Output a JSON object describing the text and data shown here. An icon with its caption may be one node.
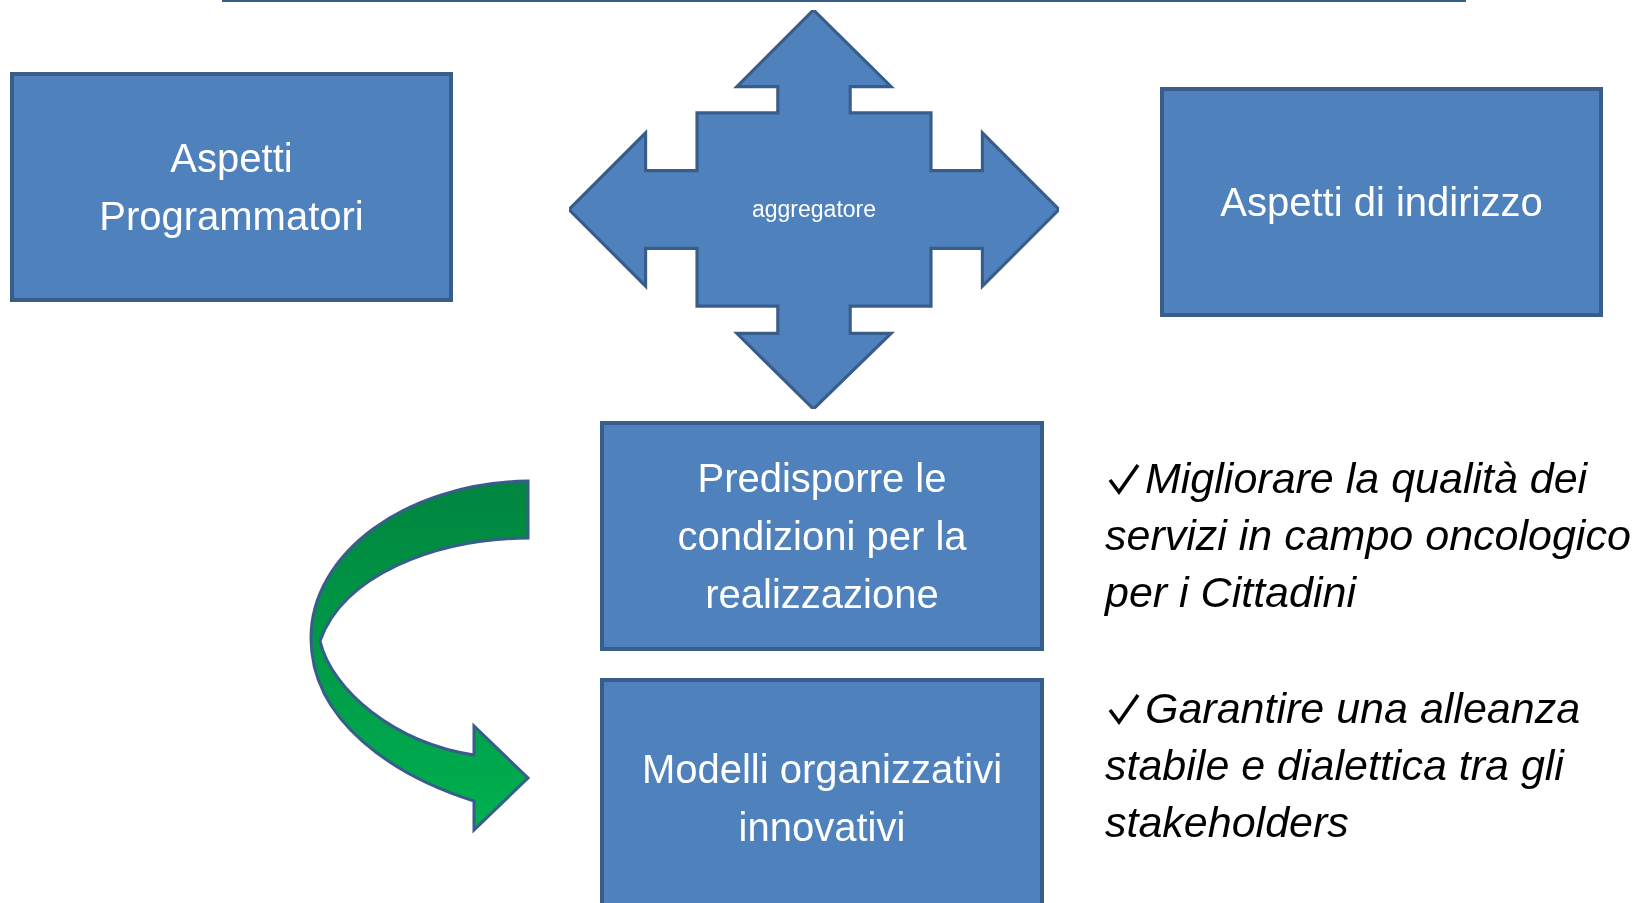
{
  "diagram": {
    "nodes": [
      {
        "text": [
          "Aspetti Programmatori"
        ]
      },
      {
        "text": [
          "aggregatore"
        ]
      },
      {
        "text": [
          "Aspetti di indirizzo"
        ]
      },
      {
        "text": [
          "Predisporre le condizioni per la realizzazione"
        ]
      },
      {
        "text": [
          "Modelli organizzativi innovativi"
        ]
      }
    ],
    "edges": [
      {
        "from": 3,
        "to": 4,
        "arrow": "to"
      }
    ],
    "labels": [
      "Migliorare la qualità dei servizi in campo oncologico per i Cittadini",
      "Garantire una alleanza stabile e dialettica tra gli stakeholders"
    ]
  }
}
